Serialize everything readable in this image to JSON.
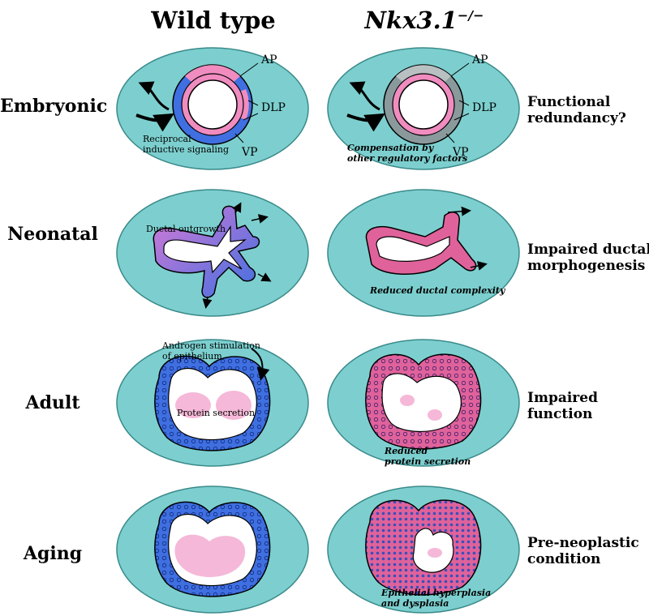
{
  "columns": {
    "wild_type": "Wild type",
    "mutant": "Nkx3.1",
    "mutant_sup": "−/−"
  },
  "rows": [
    {
      "label": "Embryonic",
      "outcome_lines": [
        "Functional",
        "redundancy?"
      ]
    },
    {
      "label": "Neonatal",
      "outcome_lines": [
        "Impaired ductal",
        "morphogenesis"
      ]
    },
    {
      "label": "Adult",
      "outcome_lines": [
        "Impaired",
        "function"
      ]
    },
    {
      "label": "Aging",
      "outcome_lines": [
        "Pre-neoplastic",
        "condition"
      ]
    }
  ],
  "annotations": {
    "zone_ap": "AP",
    "zone_dlp": "DLP",
    "zone_vp": "VP",
    "reciprocal_1": "Reciprocal",
    "reciprocal_2": "inductive signaling",
    "compensation_1": "Compensation by",
    "compensation_2": "other regulatory factors",
    "ductal_outgrowth": "Ductal outgrowth",
    "reduced_complexity": "Reduced ductal complexity",
    "androgen_1": "Androgen stimulation",
    "androgen_2": "of epithelium",
    "protein_secretion": "Protein secretion",
    "reduced_secretion_1": "Reduced",
    "reduced_secretion_2": "protein secretion",
    "hyperplasia_1": "Epithelial hyperplasia",
    "hyperplasia_2": "and dysplasia"
  },
  "colors": {
    "ellipse": "#7dcfcf",
    "wild_epithelium": "#3f6fe0",
    "mutant_epithelium": "#e0629b",
    "pink_ring": "#f08cbf",
    "gray_ring": "#8a9a9c",
    "secretion": "#f5b8d8"
  }
}
